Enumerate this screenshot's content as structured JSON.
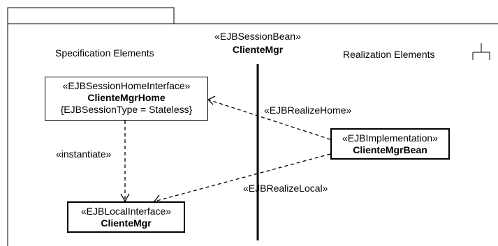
{
  "package": {
    "stereotype": "«EJBSessionBean»",
    "name": "ClienteMgr",
    "left_section_label": "Specification Elements",
    "right_section_label": "Realization Elements",
    "fork_icon": "subsystem-fork-icon"
  },
  "classes": {
    "home_interface": {
      "stereotype": "«EJBSessionHomeInterface»",
      "name": "ClienteMgrHome",
      "tagged_value": "{EJBSessionType = Stateless}"
    },
    "implementation": {
      "stereotype": "«EJBImplementation»",
      "name": "ClienteMgrBean"
    },
    "local_interface": {
      "stereotype": "«EJBLocalInterface»",
      "name": "ClienteMgr"
    }
  },
  "relations": {
    "instantiate": "«instantiate»",
    "realize_home": "«EJBRealizeHome»",
    "realize_local": "«EJBRealizeLocal»"
  }
}
